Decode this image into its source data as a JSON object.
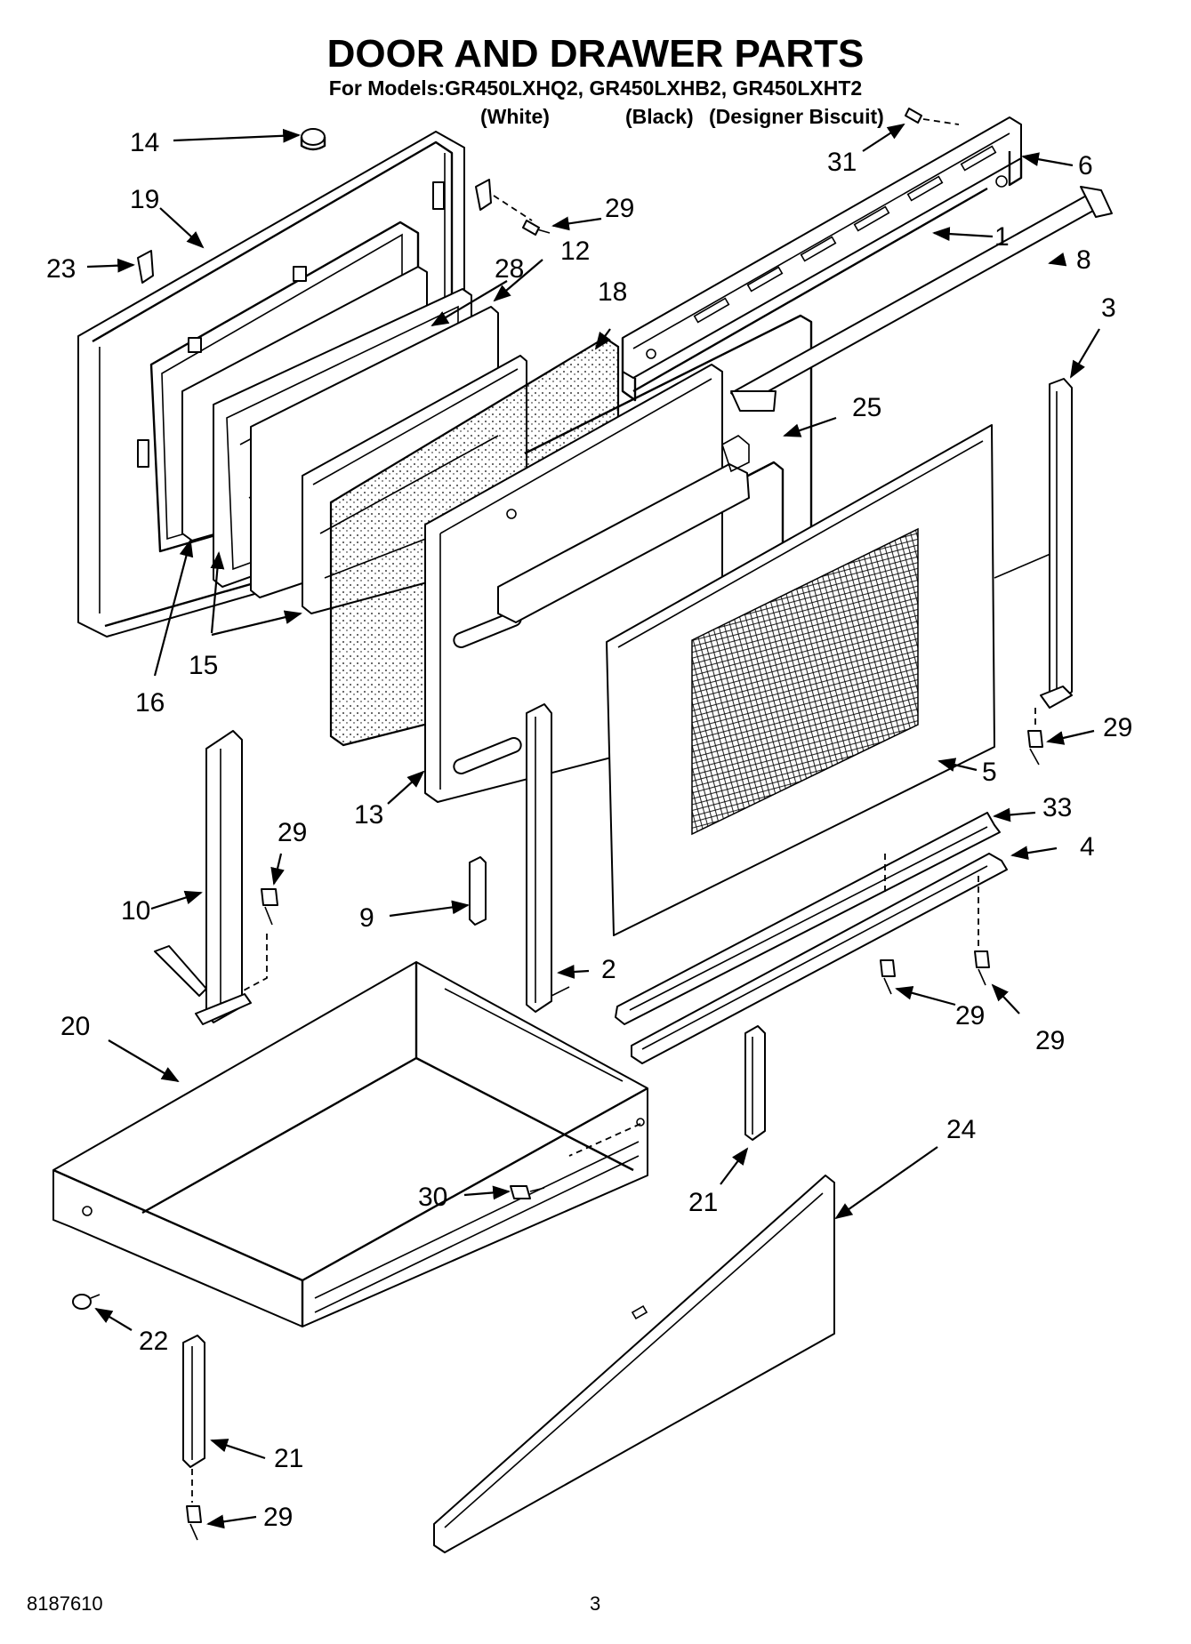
{
  "header": {
    "title": "DOOR AND DRAWER PARTS",
    "models": "For Models:GR450LXHQ2, GR450LXHB2, GR450LXHT2",
    "finish_white": "(White)",
    "finish_black": "(Black)",
    "finish_biscuit": "(Designer Biscuit)"
  },
  "footer": {
    "doc_number": "8187610",
    "page_number": "3"
  },
  "callouts": {
    "c14": "14",
    "c19": "19",
    "c23": "23",
    "c28": "28",
    "c12": "12",
    "c29a": "29",
    "c31": "31",
    "c6": "6",
    "c1": "1",
    "c8": "8",
    "c18": "18",
    "c3": "3",
    "c25": "25",
    "c16": "16",
    "c15": "15",
    "c29b": "29",
    "c5": "5",
    "c13": "13",
    "c33": "33",
    "c4": "4",
    "c29c": "29",
    "c10": "10",
    "c9": "9",
    "c2": "2",
    "c20": "20",
    "c29d": "29",
    "c29e": "29",
    "c24": "24",
    "c30": "30",
    "c21a": "21",
    "c22": "22",
    "c21b": "21",
    "c29f": "29"
  },
  "colors": {
    "ink": "#000000",
    "paper": "#ffffff"
  }
}
